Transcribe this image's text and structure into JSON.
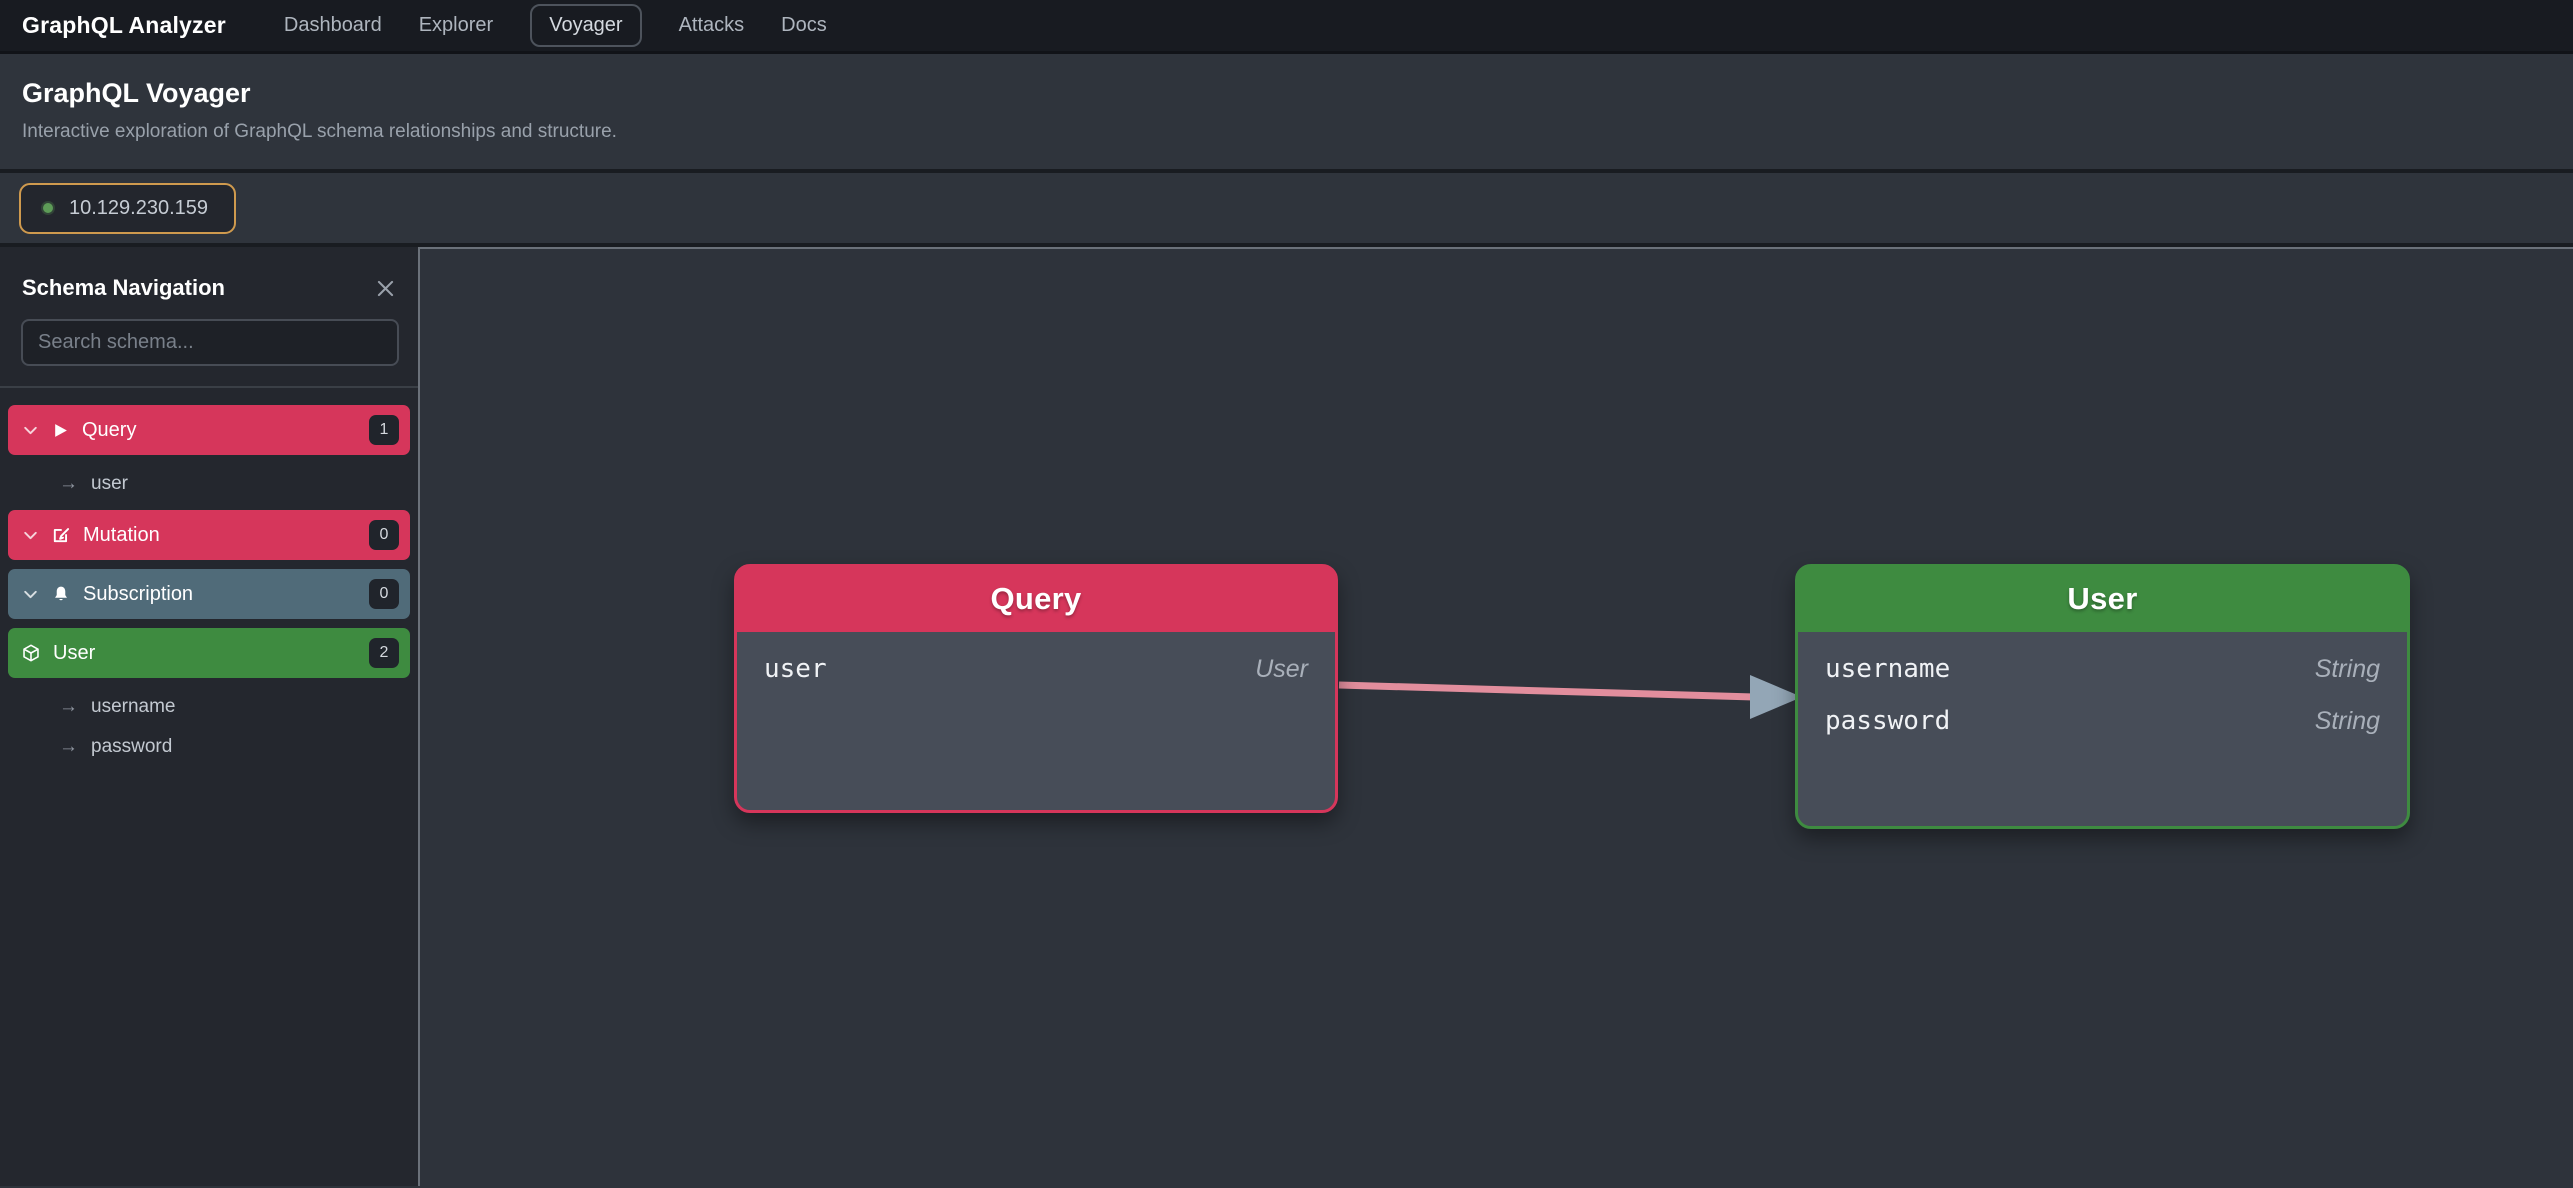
{
  "nav": {
    "brand": "GraphQL Analyzer",
    "tabs": [
      {
        "label": "Dashboard",
        "active": false
      },
      {
        "label": "Explorer",
        "active": false
      },
      {
        "label": "Voyager",
        "active": true
      },
      {
        "label": "Attacks",
        "active": false
      },
      {
        "label": "Docs",
        "active": false
      }
    ]
  },
  "header": {
    "title": "GraphQL Voyager",
    "subtitle": "Interactive exploration of GraphQL schema relationships and structure."
  },
  "target": {
    "ip": "10.129.230.159",
    "status_color": "#5d9b57",
    "chip_border_color": "#cf9a4e"
  },
  "sidebar": {
    "title": "Schema Navigation",
    "close_icon": "close-icon",
    "search_placeholder": "Search schema...",
    "items": [
      {
        "label": "Query",
        "count": "1",
        "color": "#d6365b",
        "icon": "play-icon",
        "has_chevron": true,
        "children": [
          "user"
        ]
      },
      {
        "label": "Mutation",
        "count": "0",
        "color": "#d6365b",
        "icon": "edit-icon",
        "has_chevron": true,
        "children": []
      },
      {
        "label": "Subscription",
        "count": "0",
        "color": "#506b79",
        "icon": "bell-icon",
        "has_chevron": true,
        "children": []
      },
      {
        "label": "User",
        "count": "2",
        "color": "#3e8b40",
        "icon": "cube-icon",
        "has_chevron": false,
        "children": [
          "username",
          "password"
        ]
      }
    ]
  },
  "graph": {
    "nodes": [
      {
        "title": "Query",
        "accent": "#d6365b",
        "fields": [
          {
            "name": "user",
            "type": "User"
          }
        ]
      },
      {
        "title": "User",
        "accent": "#3e8b40",
        "fields": [
          {
            "name": "username",
            "type": "String"
          },
          {
            "name": "password",
            "type": "String"
          }
        ]
      }
    ],
    "edge": {
      "from": "Query.user",
      "to": "User",
      "line_color": "#e28e9d",
      "arrow_color": "#93a6b6"
    }
  }
}
